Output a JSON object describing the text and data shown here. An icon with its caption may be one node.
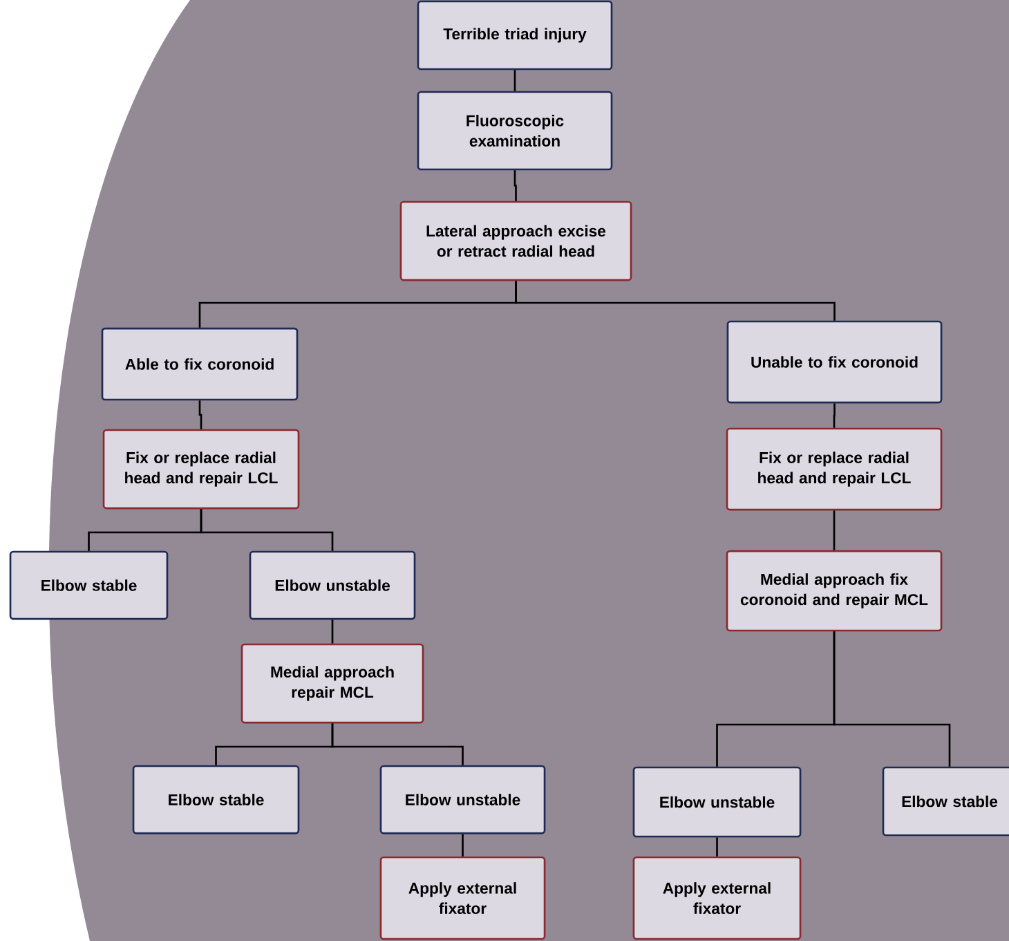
{
  "diagram": {
    "nodes": [
      {
        "text": [
          "Terrible triad injury"
        ]
      },
      {
        "text": [
          "Fluoroscopic examination"
        ]
      },
      {
        "text": [
          "Lateral approach excise or retract radial head"
        ]
      },
      {
        "text": [
          "Able to fix coronoid"
        ]
      },
      {
        "text": [
          "Unable to fix coronoid"
        ]
      },
      {
        "text": [
          "Fix or replace radial head and repair LCL"
        ]
      },
      {
        "text": [
          "Fix or replace radial head and repair LCL"
        ]
      },
      {
        "text": [
          "Elbow stable"
        ]
      },
      {
        "text": [
          "Elbow unstable"
        ]
      },
      {
        "text": [
          "Medial approach fix coronoid and repair MCL"
        ]
      },
      {
        "text": [
          "Medial approach repair MCL"
        ]
      },
      {
        "text": [
          "Elbow stable"
        ]
      },
      {
        "text": [
          "Elbow unstable"
        ]
      },
      {
        "text": [
          "Elbow unstable"
        ]
      },
      {
        "text": [
          "Elbow stable"
        ]
      },
      {
        "text": [
          "Apply external fixator"
        ]
      },
      {
        "text": [
          "Apply external fixator"
        ]
      }
    ],
    "edges": [
      {
        "from": 0,
        "to": 1,
        "arrow": "none"
      },
      {
        "from": 1,
        "to": 2,
        "arrow": "none"
      },
      {
        "from": 2,
        "to": 3,
        "arrow": "none"
      },
      {
        "from": 2,
        "to": 4,
        "arrow": "none"
      },
      {
        "from": 3,
        "to": 5,
        "arrow": "none"
      },
      {
        "from": 4,
        "to": 6,
        "arrow": "none"
      },
      {
        "from": 5,
        "to": 7,
        "arrow": "none"
      },
      {
        "from": 5,
        "to": 8,
        "arrow": "none"
      },
      {
        "from": 6,
        "to": 9,
        "arrow": "none"
      },
      {
        "from": 8,
        "to": 10,
        "arrow": "none"
      },
      {
        "from": 10,
        "to": 11,
        "arrow": "none"
      },
      {
        "from": 10,
        "to": 12,
        "arrow": "none"
      },
      {
        "from": 9,
        "to": 13,
        "arrow": "none"
      },
      {
        "from": 9,
        "to": 14,
        "arrow": "none"
      },
      {
        "from": 12,
        "to": 15,
        "arrow": "none"
      },
      {
        "from": 13,
        "to": 16,
        "arrow": "none"
      }
    ]
  }
}
